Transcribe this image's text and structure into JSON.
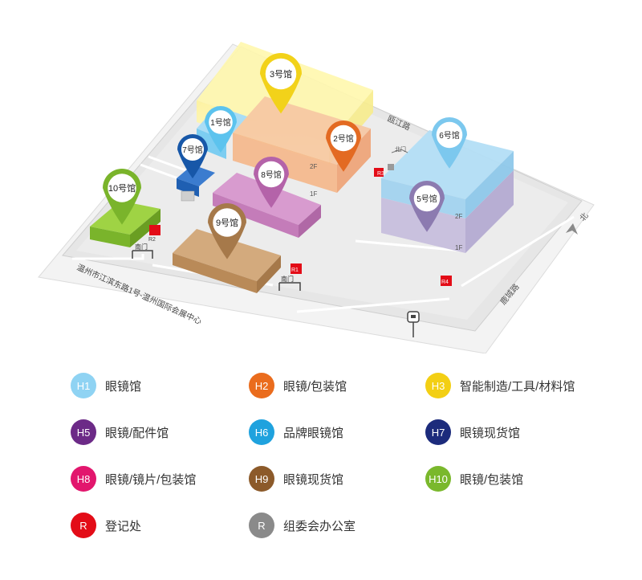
{
  "pins": [
    {
      "id": "h3",
      "label": "3号馆",
      "color": "#f2d21a"
    },
    {
      "id": "h1",
      "label": "1号馆",
      "color": "#5cc3ee"
    },
    {
      "id": "h2",
      "label": "2号馆",
      "color": "#e36a22"
    },
    {
      "id": "h7",
      "label": "7号馆",
      "color": "#1757a8"
    },
    {
      "id": "h8",
      "label": "8号馆",
      "color": "#b463a9"
    },
    {
      "id": "h6",
      "label": "6号馆",
      "color": "#7cc8ee"
    },
    {
      "id": "h5",
      "label": "5号馆",
      "color": "#8c7bb0"
    },
    {
      "id": "h10",
      "label": "10号馆",
      "color": "#7ab42b"
    },
    {
      "id": "h9",
      "label": "9号馆",
      "color": "#a6794a"
    }
  ],
  "floors": {
    "f2": "2F",
    "f1": "1F"
  },
  "roads": {
    "oujiang": "瓯江路",
    "bottom": "温州市江滨东路1号-温州国际会展中心",
    "right": "鹿城路"
  },
  "gates": {
    "north": "北门",
    "south": "南门"
  },
  "registers": {
    "r1": "R1",
    "r2": "R2",
    "r3": "R3",
    "r4": "R4"
  },
  "compass": "北",
  "legend": [
    {
      "badge": "H1",
      "label": "眼镜馆",
      "color": "#8fd3f3"
    },
    {
      "badge": "H2",
      "label": "眼镜/包装馆",
      "color": "#ea6c1d"
    },
    {
      "badge": "H3",
      "label": "智能制造/工具/材料馆",
      "color": "#f3cf14"
    },
    {
      "badge": "H5",
      "label": "眼镜/配件馆",
      "color": "#6c2a87"
    },
    {
      "badge": "H6",
      "label": "品牌眼镜馆",
      "color": "#1fa2de"
    },
    {
      "badge": "H7",
      "label": "眼镜现货馆",
      "color": "#1c2b7c"
    },
    {
      "badge": "H8",
      "label": "眼镜/镜片/包装馆",
      "color": "#e2166d"
    },
    {
      "badge": "H9",
      "label": "眼镜现货馆",
      "color": "#8c5a2a"
    },
    {
      "badge": "H10",
      "label": "眼镜/包装馆",
      "color": "#7ab82c"
    },
    {
      "badge": "R",
      "label": "登记处",
      "color": "#e30c17"
    },
    {
      "badge": "R",
      "label": "组委会办公室",
      "color": "#8a8a8a"
    }
  ]
}
